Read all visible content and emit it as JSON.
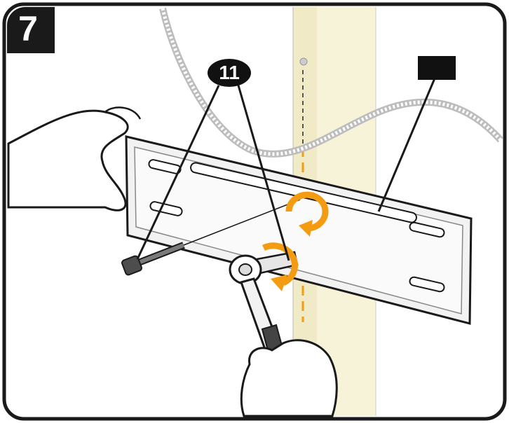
{
  "step": {
    "number": "7"
  },
  "callouts": [
    {
      "id": "part",
      "label": "11"
    },
    {
      "id": "wall-plate",
      "label": ""
    }
  ],
  "colors": {
    "accent_orange": "#f39c12",
    "stud_fill": "#f7f3d9",
    "outline": "#1a1a1a",
    "plate_fill": "#f2f2f2"
  },
  "icons": [
    "rotate-clockwise-icon",
    "rotate-clockwise-icon"
  ]
}
